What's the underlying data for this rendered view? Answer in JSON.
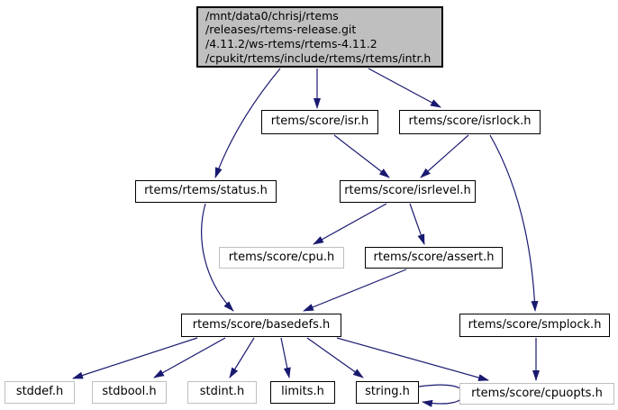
{
  "diagram": {
    "type": "include-dependency-graph",
    "colors": {
      "edge": "#191970",
      "main_node_fill": "#bfbfbf",
      "node_border": "#000000",
      "external_node_border": "#bfbfbf",
      "background": "#ffffff"
    },
    "nodes": {
      "main": {
        "label": "/mnt/data0/chrisj/rtems\n/releases/rtems-release.git\n/4.11.2/ws-rtems/rtems-4.11.2\n/cpukit/rtems/include/rtems/rtems/intr.h"
      },
      "isr": {
        "label": "rtems/score/isr.h"
      },
      "isrlock": {
        "label": "rtems/score/isrlock.h"
      },
      "status": {
        "label": "rtems/rtems/status.h"
      },
      "isrlevel": {
        "label": "rtems/score/isrlevel.h"
      },
      "cpu": {
        "label": "rtems/score/cpu.h"
      },
      "assert": {
        "label": "rtems/score/assert.h"
      },
      "basedefs": {
        "label": "rtems/score/basedefs.h"
      },
      "smplock": {
        "label": "rtems/score/smplock.h"
      },
      "stddef": {
        "label": "stddef.h"
      },
      "stdbool": {
        "label": "stdbool.h"
      },
      "stdint": {
        "label": "stdint.h"
      },
      "limits": {
        "label": "limits.h"
      },
      "string": {
        "label": "string.h"
      },
      "cpuopts": {
        "label": "rtems/score/cpuopts.h"
      }
    },
    "edges": [
      "intr.h -> rtems/score/isr.h",
      "intr.h -> rtems/score/isrlock.h",
      "intr.h -> rtems/rtems/status.h",
      "rtems/score/isr.h -> rtems/score/isrlevel.h",
      "rtems/score/isrlock.h -> rtems/score/isrlevel.h",
      "rtems/score/isrlock.h -> rtems/score/smplock.h",
      "rtems/score/isrlevel.h -> rtems/score/cpu.h",
      "rtems/score/isrlevel.h -> rtems/score/assert.h",
      "rtems/score/assert.h -> rtems/score/basedefs.h",
      "rtems/rtems/status.h -> rtems/score/basedefs.h",
      "rtems/score/basedefs.h -> stddef.h",
      "rtems/score/basedefs.h -> stdbool.h",
      "rtems/score/basedefs.h -> stdint.h",
      "rtems/score/basedefs.h -> limits.h",
      "rtems/score/basedefs.h -> string.h",
      "rtems/score/basedefs.h -> rtems/score/cpuopts.h",
      "rtems/score/smplock.h -> rtems/score/cpuopts.h",
      "string.h -> string.h"
    ]
  }
}
